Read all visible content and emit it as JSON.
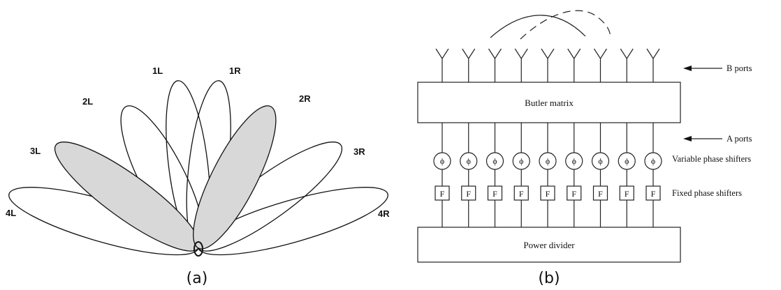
{
  "panel_a": {
    "caption": "(a)",
    "beams": [
      {
        "label": "1L",
        "shaded": false
      },
      {
        "label": "1R",
        "shaded": false
      },
      {
        "label": "2L",
        "shaded": false
      },
      {
        "label": "2R",
        "shaded": true
      },
      {
        "label": "3L",
        "shaded": true
      },
      {
        "label": "3R",
        "shaded": false
      },
      {
        "label": "4L",
        "shaded": false
      },
      {
        "label": "4R",
        "shaded": false
      }
    ],
    "colors": {
      "shaded": "#d8d8d8",
      "outline": "#111111"
    }
  },
  "panel_b": {
    "caption": "(b)",
    "element_count": 9,
    "butler_label": "Butler matrix",
    "divider_label": "Power divider",
    "b_ports_label": "B ports",
    "a_ports_label": "A ports",
    "variable_label": "Variable phase shifters",
    "fixed_label": "Fixed phase shifters",
    "phase_symbol": "ϕ",
    "fixed_symbol": "F"
  }
}
